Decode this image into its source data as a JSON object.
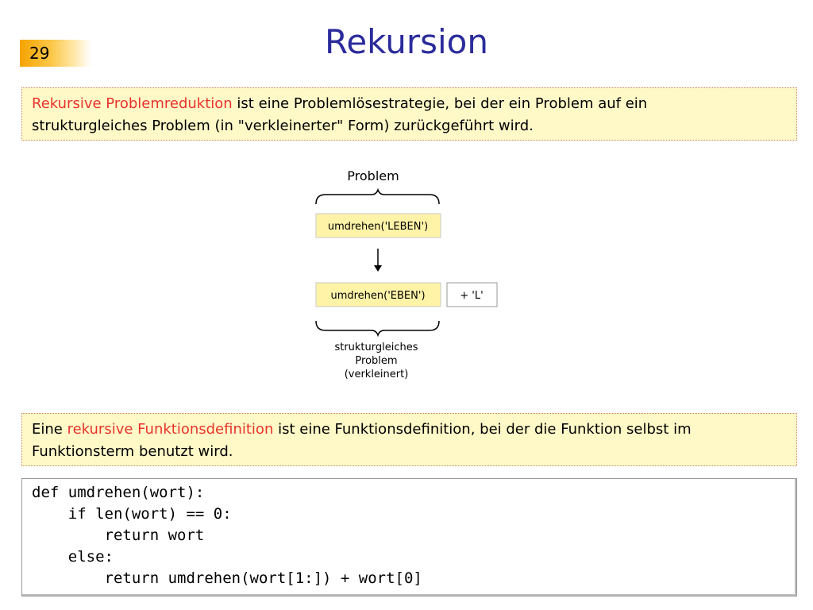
{
  "slide": {
    "number": "29",
    "title": "Rekursion"
  },
  "note1": {
    "highlight": "Rekursive Problemreduktion",
    "text_line1": " ist eine Problemlösestrategie, bei der ein Problem auf ein",
    "text_line2": "strukturgleiches Problem (in \"verkleinerter\" Form) zurückgeführt wird."
  },
  "diagram": {
    "top_label": "Problem",
    "box_top": "umdrehen('LEBEN')",
    "box_bottom": "umdrehen('EBEN')",
    "box_extra": "+ 'L'",
    "bottom_label_lines": [
      "strukturgleiches",
      "Problem",
      "(verkleinert)"
    ]
  },
  "note2": {
    "prefix": "Eine ",
    "highlight": "rekursive Funktionsdefinition",
    "text_line1": " ist eine Funktionsdefinition, bei der die Funktion selbst im",
    "text_line2": "Funktionsterm benutzt wird."
  },
  "code": [
    "def umdrehen(wort):",
    "    if len(wort) == 0:",
    "        return wort",
    "    else:",
    "        return umdrehen(wort[1:]) + wort[0]"
  ],
  "colors": {
    "title": "#2b2b9c",
    "highlight": "#e8332c",
    "note_background": "#fff9c8",
    "diagram_box": "#fff3a8"
  }
}
